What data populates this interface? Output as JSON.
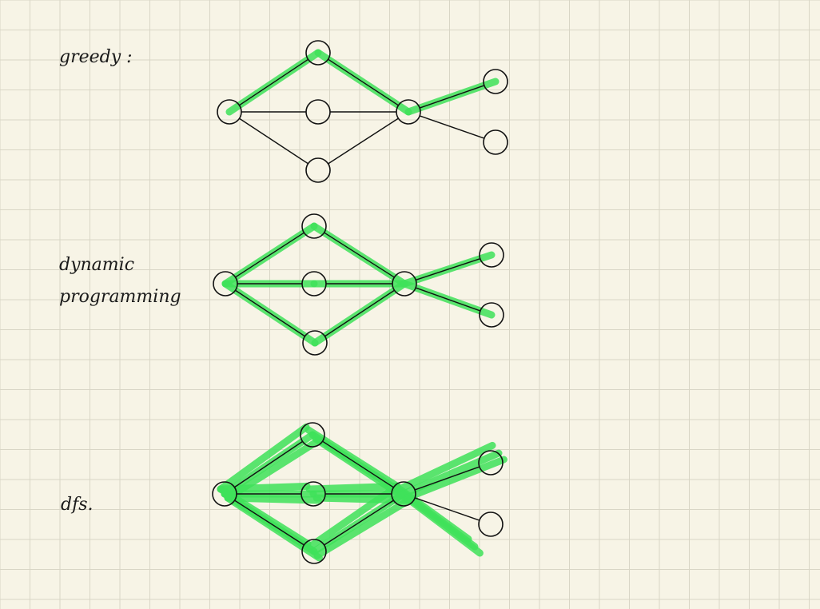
{
  "colors": {
    "background": "#f7f4e6",
    "grid": "#d9d6c6",
    "ink": "#111111",
    "highlight": "#3fe25a"
  },
  "sections": [
    {
      "id": "greedy",
      "label_lines": [
        "greedy :"
      ],
      "highlighted_edges": [
        "A-B",
        "B-E",
        "E-F"
      ]
    },
    {
      "id": "dynamic-programming",
      "label_lines": [
        "dynamic",
        "programming"
      ],
      "highlighted_edges": [
        "A-B",
        "A-C",
        "A-D",
        "B-E",
        "C-E",
        "D-E",
        "E-F",
        "E-G"
      ]
    },
    {
      "id": "dfs",
      "label_lines": [
        "dfs."
      ],
      "highlighted_edges": [
        "A-B",
        "A-C",
        "A-D",
        "B-E",
        "C-E",
        "D-E",
        "E-F",
        "E-G"
      ],
      "highlight_style": "multiple overlapping strokes"
    }
  ],
  "graph": {
    "nodes": [
      "A",
      "B",
      "C",
      "D",
      "E",
      "F",
      "G"
    ],
    "edges": [
      "A-B",
      "A-C",
      "A-D",
      "B-E",
      "C-E",
      "D-E",
      "E-F",
      "E-G"
    ]
  }
}
